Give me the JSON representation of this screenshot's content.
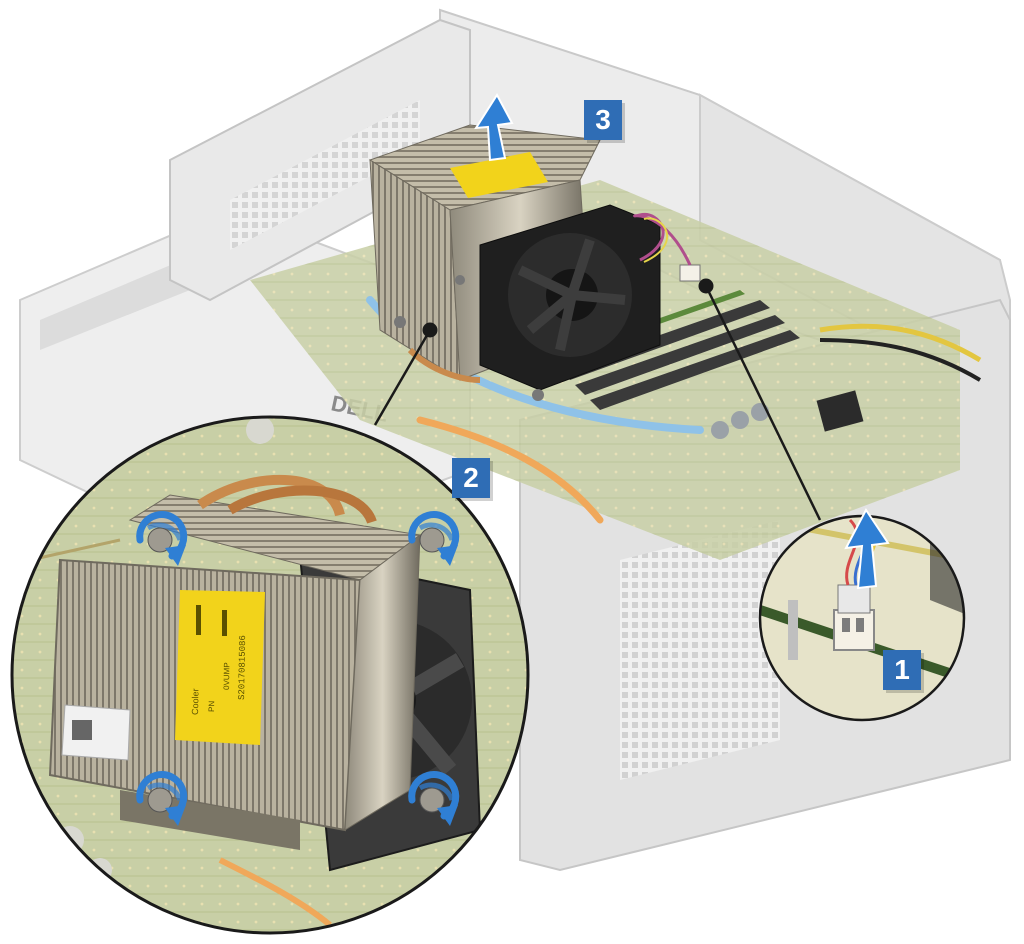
{
  "steps": [
    {
      "number": "1",
      "action": "disconnect-fan-cable"
    },
    {
      "number": "2",
      "action": "loosen-captive-screws"
    },
    {
      "number": "3",
      "action": "lift-heatsink-assembly"
    }
  ],
  "labels": {
    "heatsink_brand": "Cooler",
    "heatsink_pn": "PN",
    "heatsink_part": "0VUMP",
    "heatsink_serial": "S20170815086",
    "chassis_logo": "DELL"
  },
  "colors": {
    "step_badge": "#2f6db5",
    "rotate_arrow": "#2f7fd4",
    "lift_arrow": "#2f7fd4",
    "heatsink_label": "#f2d31b",
    "callout_ring": "#1a1a1a"
  },
  "icons": {
    "rotate": "rotate-counterclockwise-arrow-icon",
    "lift": "up-arrow-icon"
  }
}
